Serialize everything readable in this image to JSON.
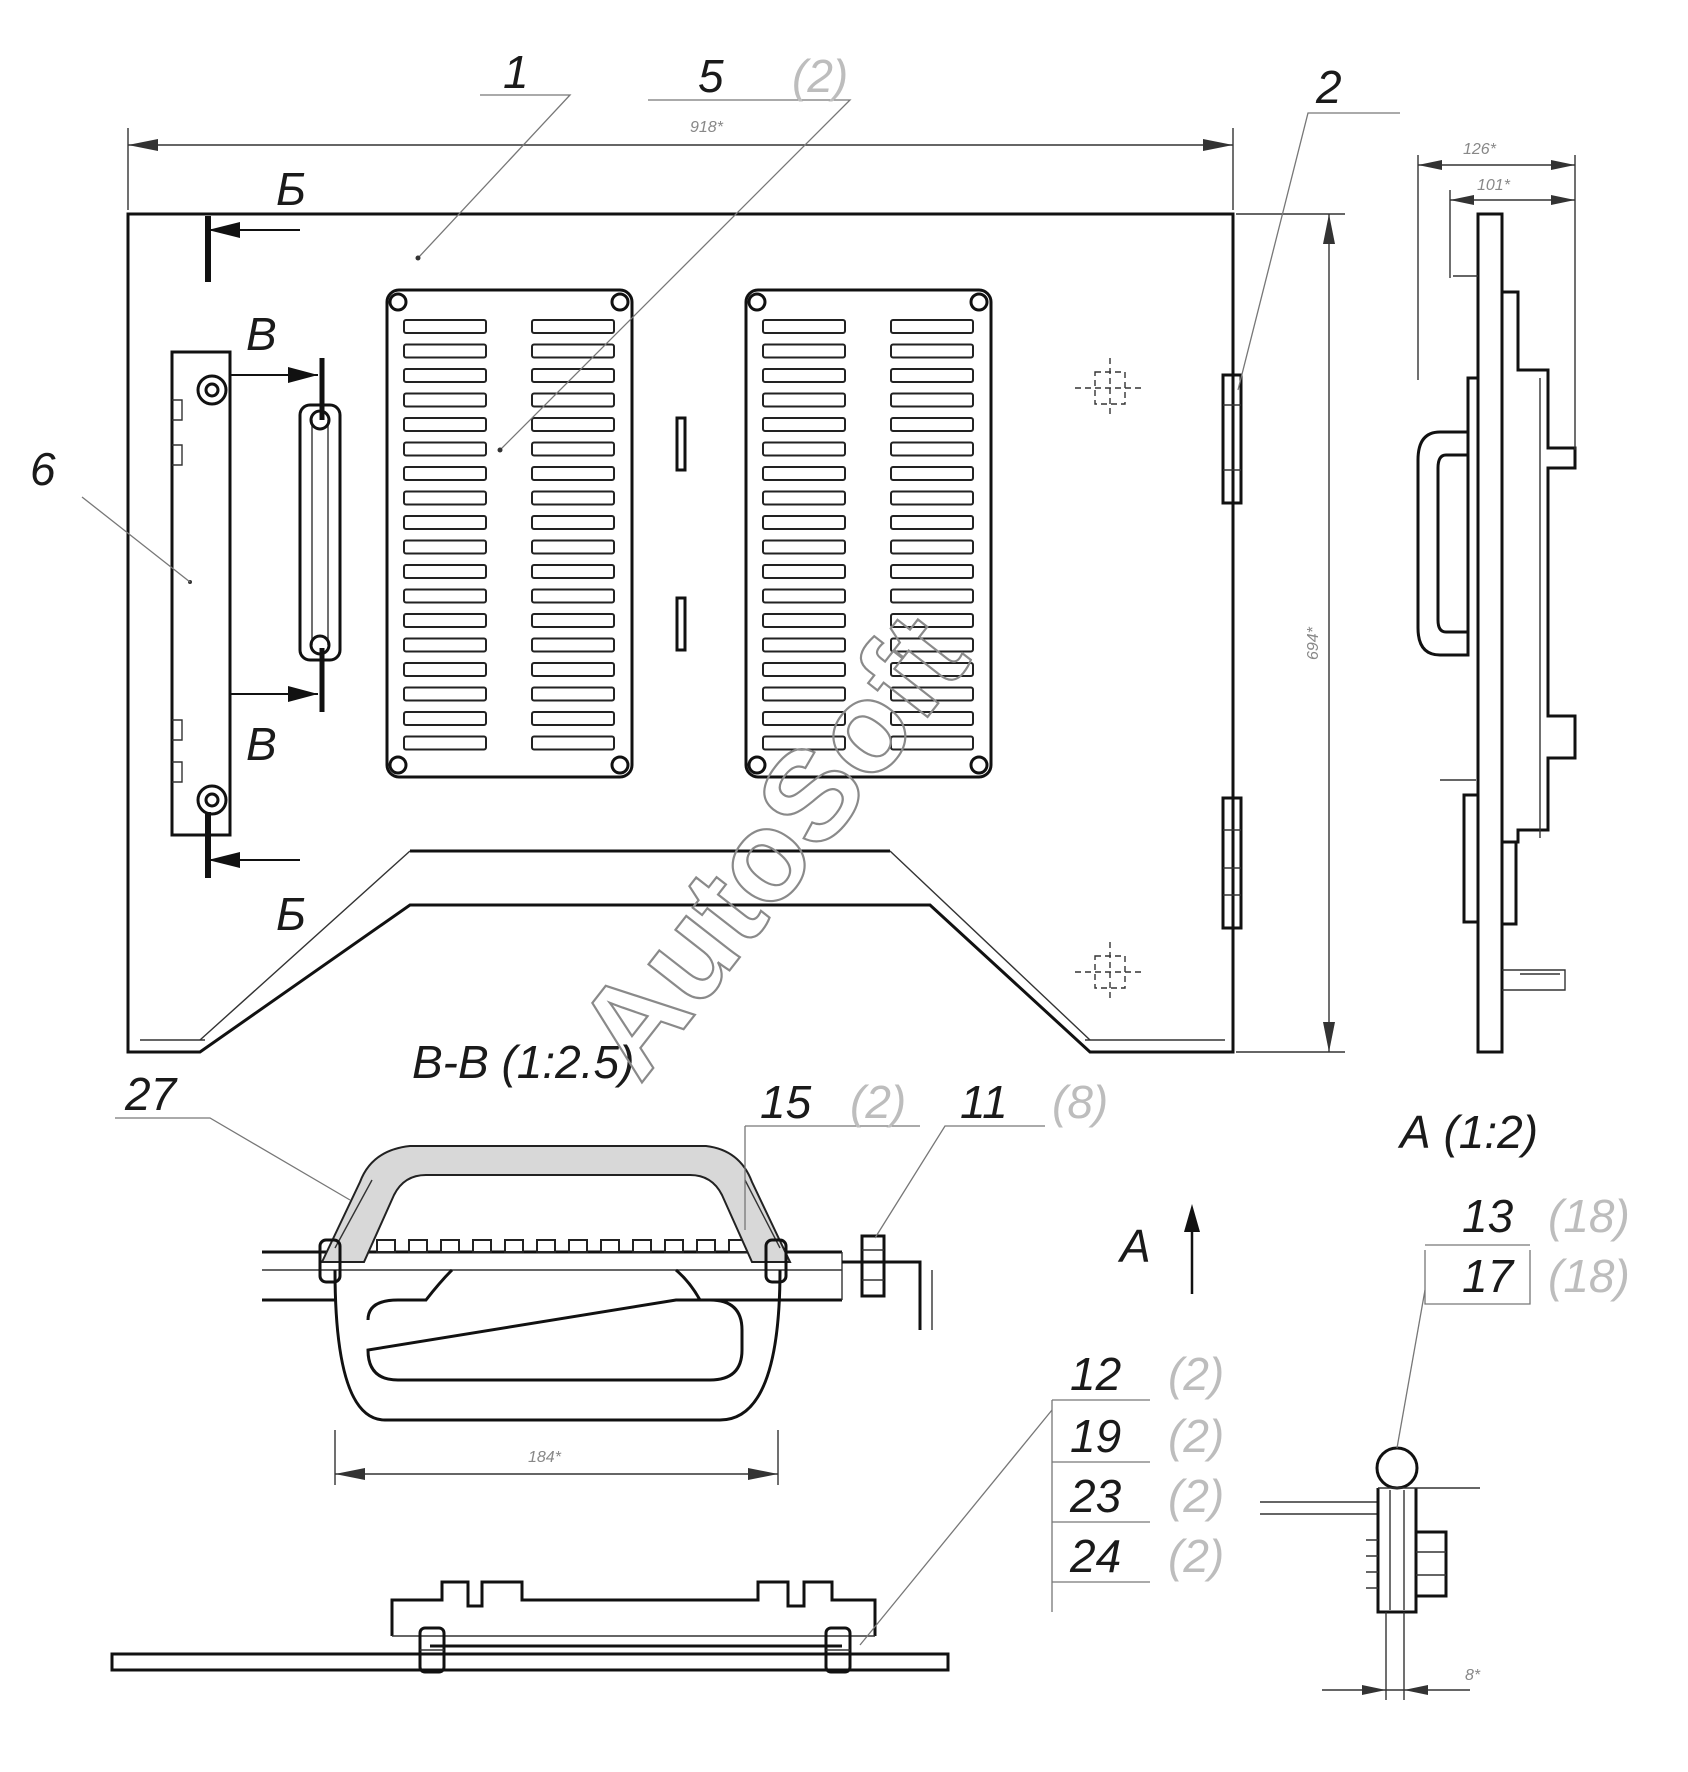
{
  "callouts": {
    "c1": "1",
    "c2": "2",
    "c5": "5",
    "c5_qty": "(2)",
    "c6": "6",
    "c27": "27",
    "c15": "15",
    "c15_qty": "(2)",
    "c11": "11",
    "c11_qty": "(8)",
    "c13": "13",
    "c13_qty": "(18)",
    "c17": "17",
    "c17_qty": "(18)",
    "c12": "12",
    "c12_qty": "(2)",
    "c19": "19",
    "c19_qty": "(2)",
    "c23": "23",
    "c23_qty": "(2)",
    "c24": "24",
    "c24_qty": "(2)"
  },
  "sections": {
    "bb_letter": "Б",
    "vv_letter": "В",
    "vv_title": "В-В (1:2.5)",
    "a_title": "А (1:2)",
    "a_arrow": "А"
  },
  "dimensions": {
    "width": "918*",
    "height": "694*",
    "side_outer": "126*",
    "side_inner": "101*",
    "handle_span": "184*",
    "clip_gap": "8*"
  },
  "watermark": "AutoSoft"
}
